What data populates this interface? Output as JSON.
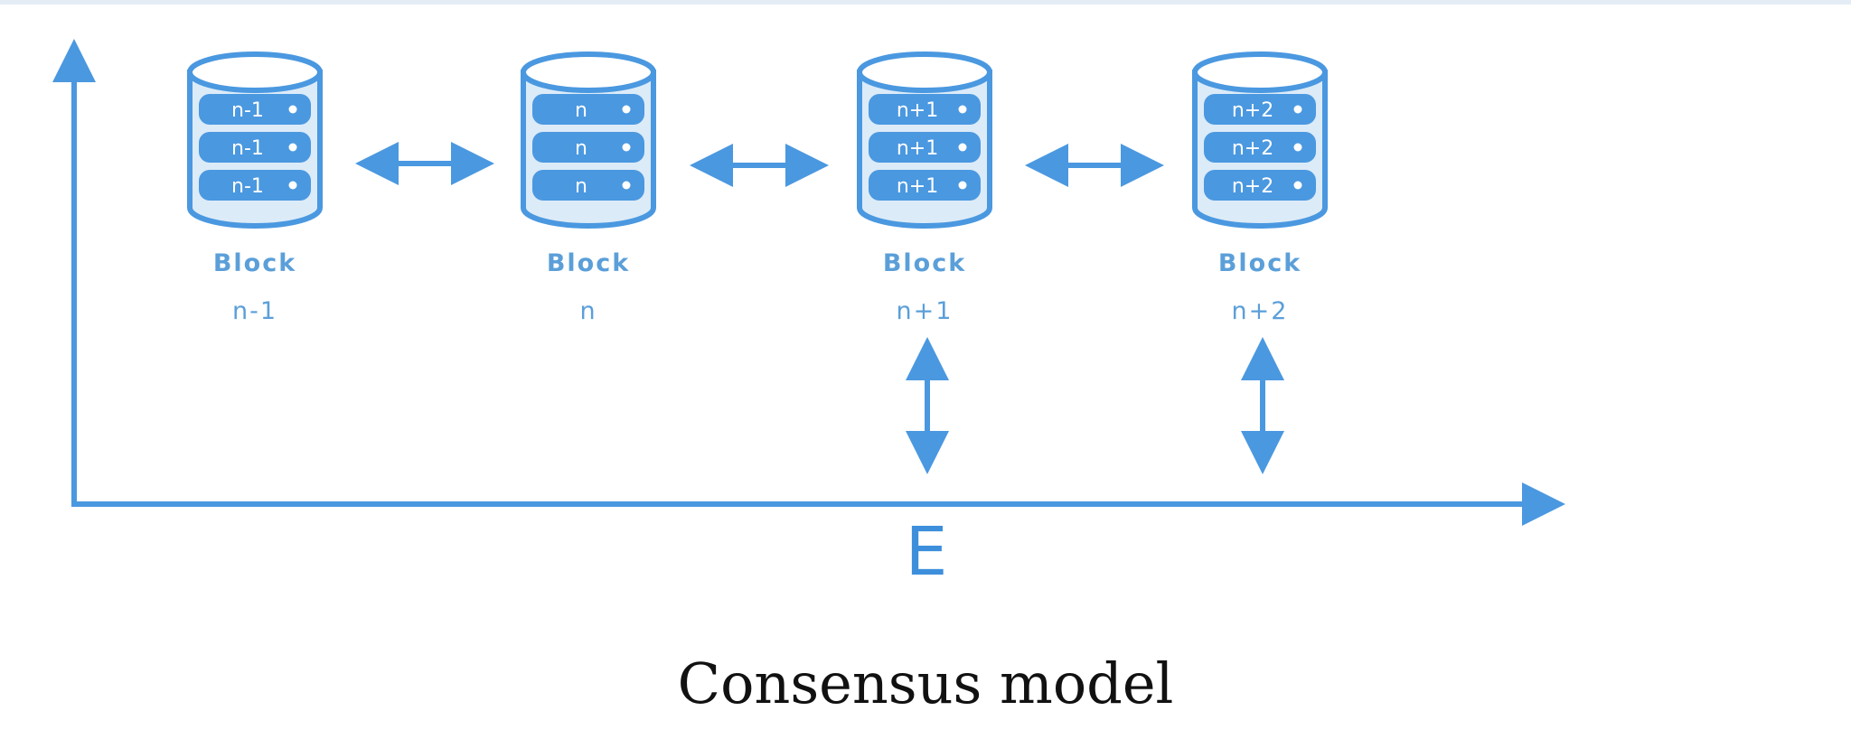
{
  "colors": {
    "accent": "#4a98e0",
    "light_fill": "#dcebf8",
    "label": "#5b9fd9",
    "caption": "#111111"
  },
  "blocks": [
    {
      "name": "Block",
      "index": "n-1",
      "disk_label": "n-1"
    },
    {
      "name": "Block",
      "index": "n",
      "disk_label": "n"
    },
    {
      "name": "Block",
      "index": "n+1",
      "disk_label": "n+1"
    },
    {
      "name": "Block",
      "index": "n+2",
      "disk_label": "n+2"
    }
  ],
  "axis": {
    "label": "E"
  },
  "caption": "Consensus model"
}
